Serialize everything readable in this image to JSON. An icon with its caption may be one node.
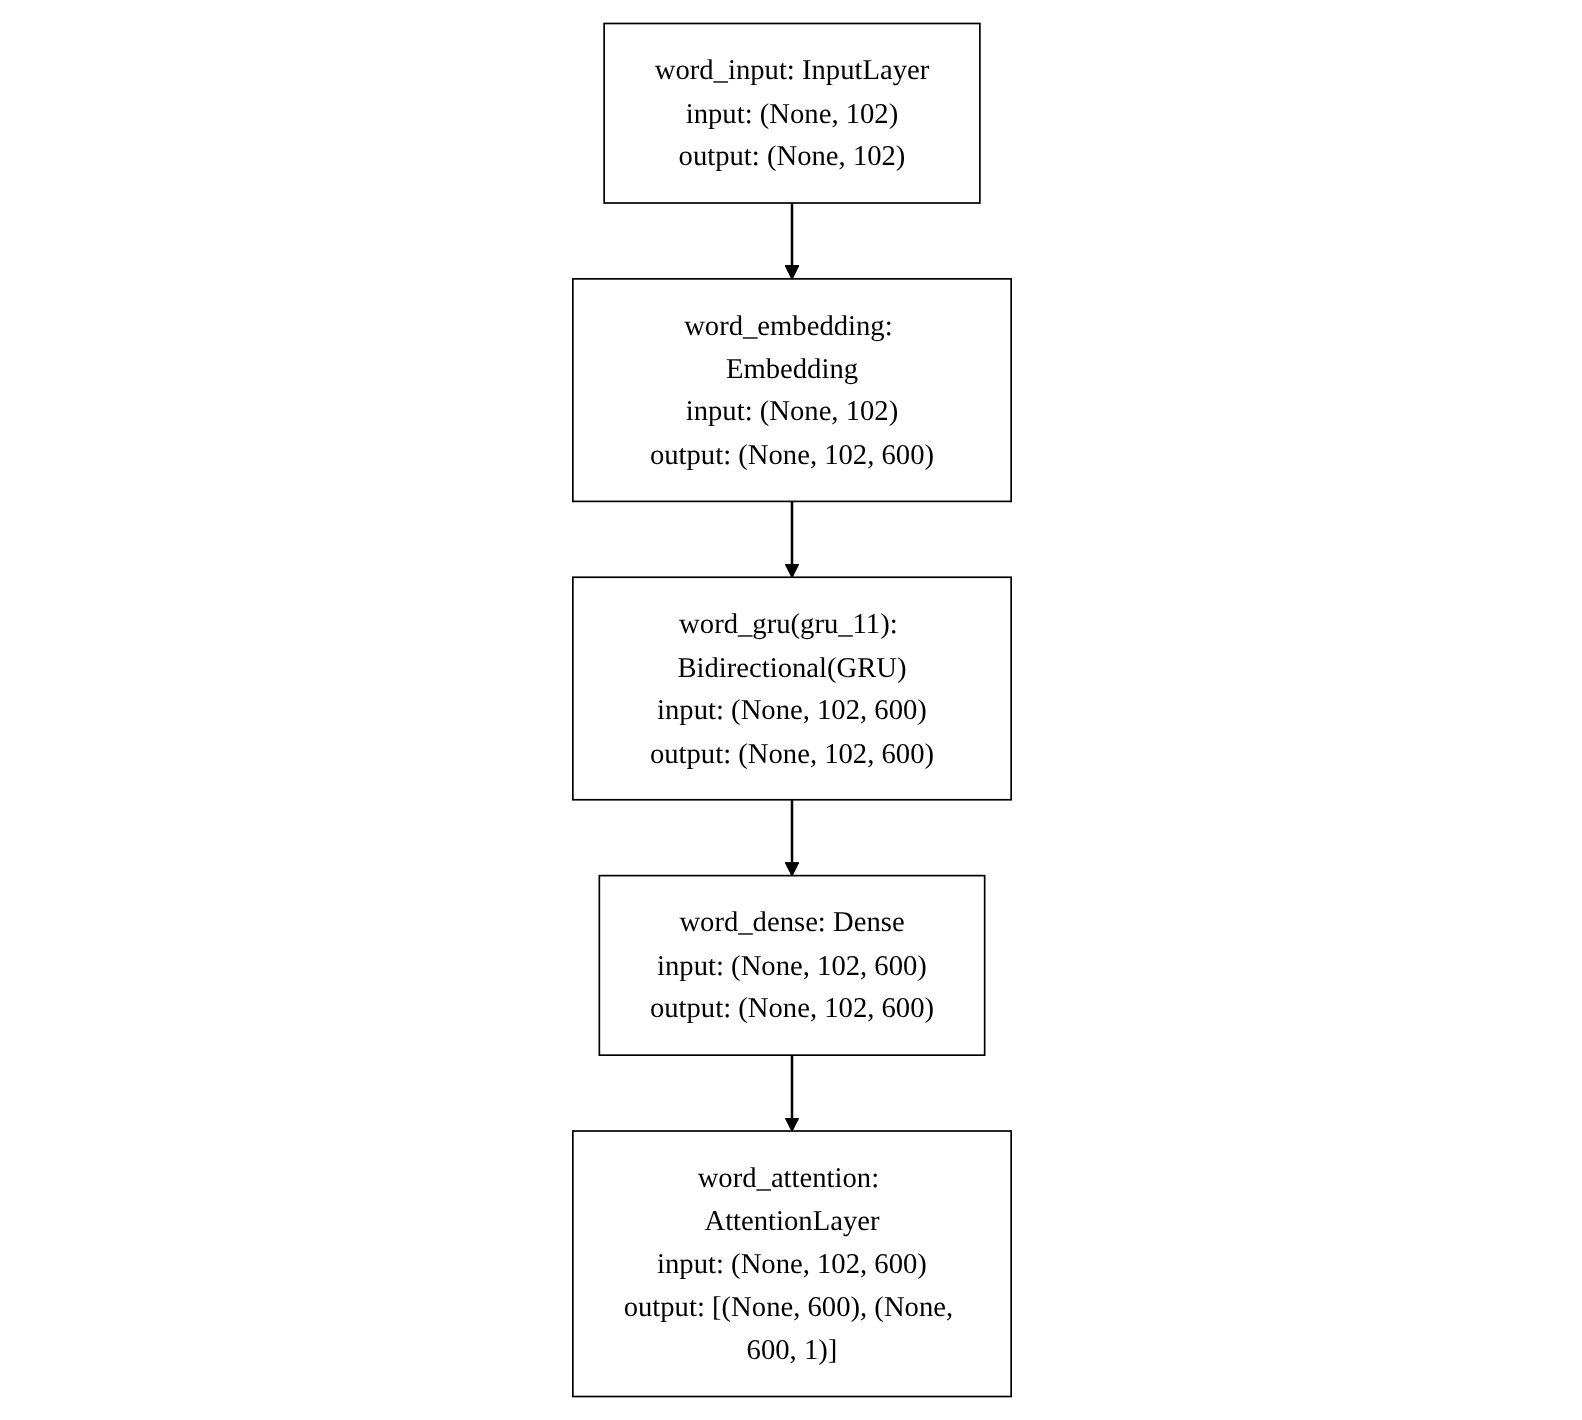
{
  "diagram": {
    "nodes": [
      {
        "text": [
          "word_input: InputLayer",
          "input:",
          "(None, 102)",
          "output:",
          "(None, 102)"
        ]
      },
      {
        "text": [
          "word_embedding: Embedding",
          "input:",
          "(None, 102)",
          "output:",
          "(None, 102, 600)"
        ]
      },
      {
        "text": [
          "word_gru(gru_11): Bidirectional(GRU)",
          "input:",
          "(None, 102, 600)",
          "output:",
          "(None, 102, 600)"
        ]
      },
      {
        "text": [
          "word_dense: Dense",
          "input:",
          "(None, 102, 600)",
          "output:",
          "(None, 102, 600)"
        ]
      },
      {
        "text": [
          "word_attention: AttentionLayer",
          "input:",
          "(None, 102, 600)",
          "output:",
          "[(None, 600), (None, 600, 1)]"
        ]
      }
    ],
    "edges": [
      {
        "from": 0,
        "to": 1,
        "arrow": "to"
      },
      {
        "from": 1,
        "to": 2,
        "arrow": "to"
      },
      {
        "from": 2,
        "to": 3,
        "arrow": "to"
      },
      {
        "from": 3,
        "to": 4,
        "arrow": "to"
      }
    ]
  }
}
